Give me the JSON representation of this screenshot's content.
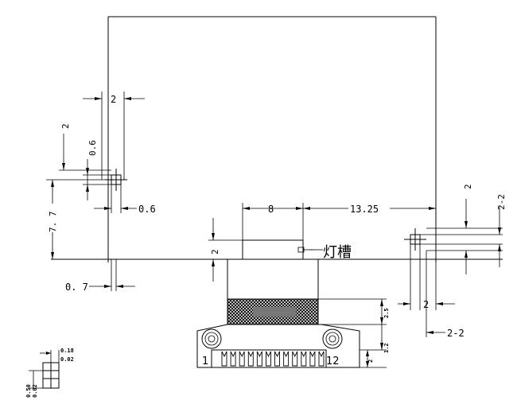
{
  "dimensions": {
    "d_top_width": "2",
    "d_left_2": "2",
    "d_left_06_upper": "0.6",
    "d_left_06_lower": "0.6",
    "d_left_77": "7. 7",
    "d_left_07": "0. 7",
    "d_top_8": "8",
    "d_top_1325": "13.25",
    "d_left_connector_2": "2",
    "d_right_2_top": "2",
    "d_right_22_top": "2-2",
    "d_right_2_side": "2",
    "d_right_22_side": "2-2",
    "d_conn_25": "2.5",
    "d_conn_12": "1.2",
    "d_conn_2": "2",
    "d_small_018": "0.18",
    "d_small_002_a": "0.02",
    "d_small_050": "0.50",
    "d_small_002_b": "0.02"
  },
  "labels": {
    "lamp_slot": "灯槽",
    "pin_first": "1",
    "pin_last": "12"
  },
  "connector": {
    "pin_count": 12
  }
}
